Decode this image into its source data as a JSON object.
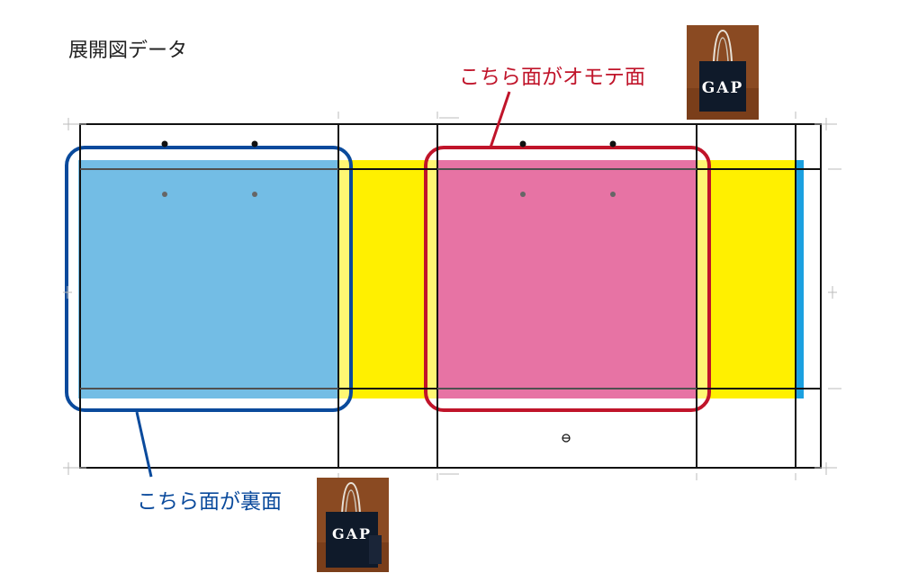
{
  "title": "展開図データ",
  "labels": {
    "front": {
      "text": "こちら面がオモテ面",
      "color": "#c0142a"
    },
    "back": {
      "text": "こちら面が裏面",
      "color": "#0a4a9c"
    }
  },
  "photos": {
    "front": {
      "logo": "GAP",
      "icon": "shopping-bag-photo-icon"
    },
    "back": {
      "logo": "GAP",
      "icon": "shopping-bag-photo-icon"
    }
  },
  "colors": {
    "back_panel": "#0087d0",
    "front_panel": "#d4005a",
    "gusset": "#fff000",
    "flap_strip": "#1ba0e0",
    "front_outline": "#c0142a",
    "back_outline": "#0a4a9c"
  }
}
